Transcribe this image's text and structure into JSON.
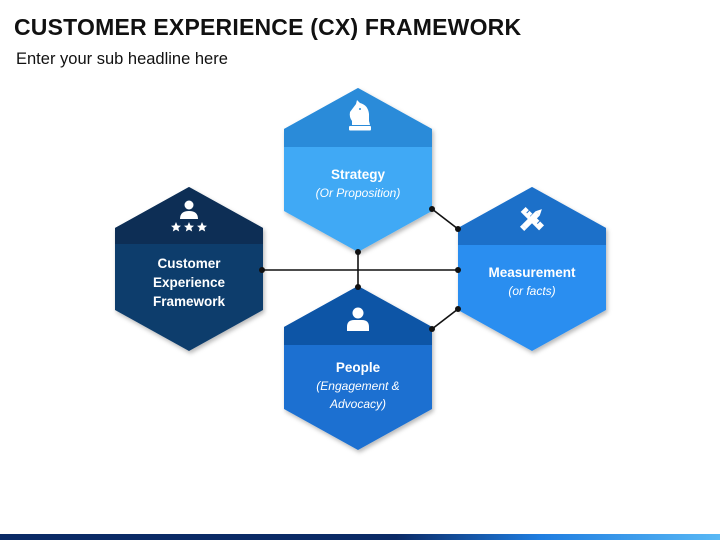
{
  "header": {
    "title": "CUSTOMER EXPERIENCE (CX) FRAMEWORK",
    "subtitle": "Enter your sub headline here"
  },
  "nodes": {
    "cx": {
      "label": "Customer Experience Framework",
      "icon": "person-with-stars-icon",
      "color": "#0e3d6c"
    },
    "strategy": {
      "label": "Strategy",
      "sublabel": "(Or Proposition)",
      "icon": "chess-knight-icon",
      "color": "#3fa9f5"
    },
    "measurement": {
      "label": "Measurement",
      "sublabel": "(or facts)",
      "icon": "ruler-pencil-icon",
      "color": "#2b8ef0"
    },
    "people": {
      "label": "People",
      "sublabel": "(Engagement & Advocacy)",
      "icon": "person-icon",
      "color": "#1a6fd1"
    }
  }
}
